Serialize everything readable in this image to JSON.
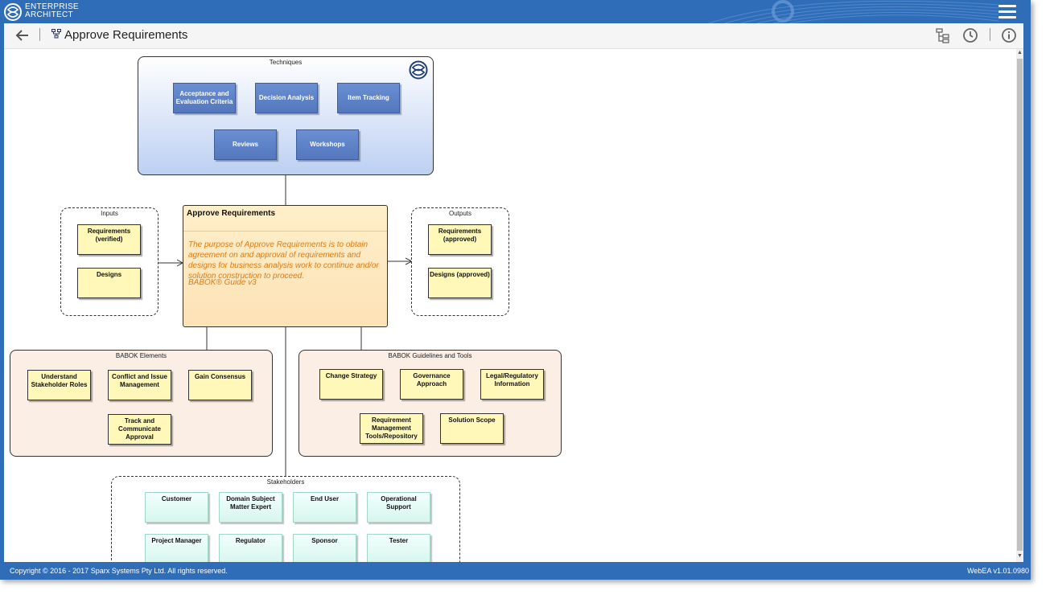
{
  "app": {
    "logo_line1": "ENTERPRISE",
    "logo_line2": "ARCHITECT"
  },
  "toolbar": {
    "title": "Approve Requirements"
  },
  "diagram": {
    "techniques": {
      "title": "Techniques",
      "items": [
        "Acceptance and Evaluation Criteria",
        "Decision Analysis",
        "Item Tracking",
        "Reviews",
        "Workshops"
      ]
    },
    "inputs": {
      "title": "Inputs",
      "items": [
        "Requirements (verified)",
        "Designs"
      ]
    },
    "activity": {
      "title": "Approve Requirements",
      "description": "The purpose of Approve Requirements is to obtain agreement on and approval of requirements and designs for business analysis work to continue and/or solution construction to proceed.",
      "reference": "BABOK® Guide v3"
    },
    "outputs": {
      "title": "Outputs",
      "items": [
        "Requirements (approved)",
        "Designs (approved)"
      ]
    },
    "babok_elements": {
      "title": "BABOK Elements",
      "items": [
        "Understand Stakeholder Roles",
        "Conflict and Issue Management",
        "Gain Consensus",
        "Track and Communicate Approval"
      ]
    },
    "babok_guidelines": {
      "title": "BABOK Guidelines and Tools",
      "items": [
        "Change Strategy",
        "Governance Approach",
        "Legal/Regulatory Information",
        "Requirement Management Tools/Repository",
        "Solution Scope"
      ]
    },
    "stakeholders": {
      "title": "Stakeholders",
      "items": [
        "Customer",
        "Domain Subject Matter Expert",
        "End User",
        "Operational Support",
        "Project Manager",
        "Regulator",
        "Sponsor",
        "Tester"
      ]
    }
  },
  "footer": {
    "copyright": "Copyright © 2016 - 2017 Sparx Systems Pty Ltd. All rights reserved.",
    "version": "WebEA v1.01.0980"
  },
  "colors": {
    "brand": "#2f6db8",
    "technique_box": "#5a7fc4",
    "artifact_box": "#fff8b8",
    "activity_fill": "#fde8c0",
    "activity_text": "#e07a10",
    "stakeholder_box": "#def7f0"
  },
  "icons": {
    "logo": "enterprise-architect-logo-icon",
    "menu": "hamburger-menu-icon",
    "back": "arrow-left-icon",
    "diagram": "diagram-icon",
    "browser": "tree-view-icon",
    "history": "clock-icon",
    "properties": "info-icon"
  }
}
